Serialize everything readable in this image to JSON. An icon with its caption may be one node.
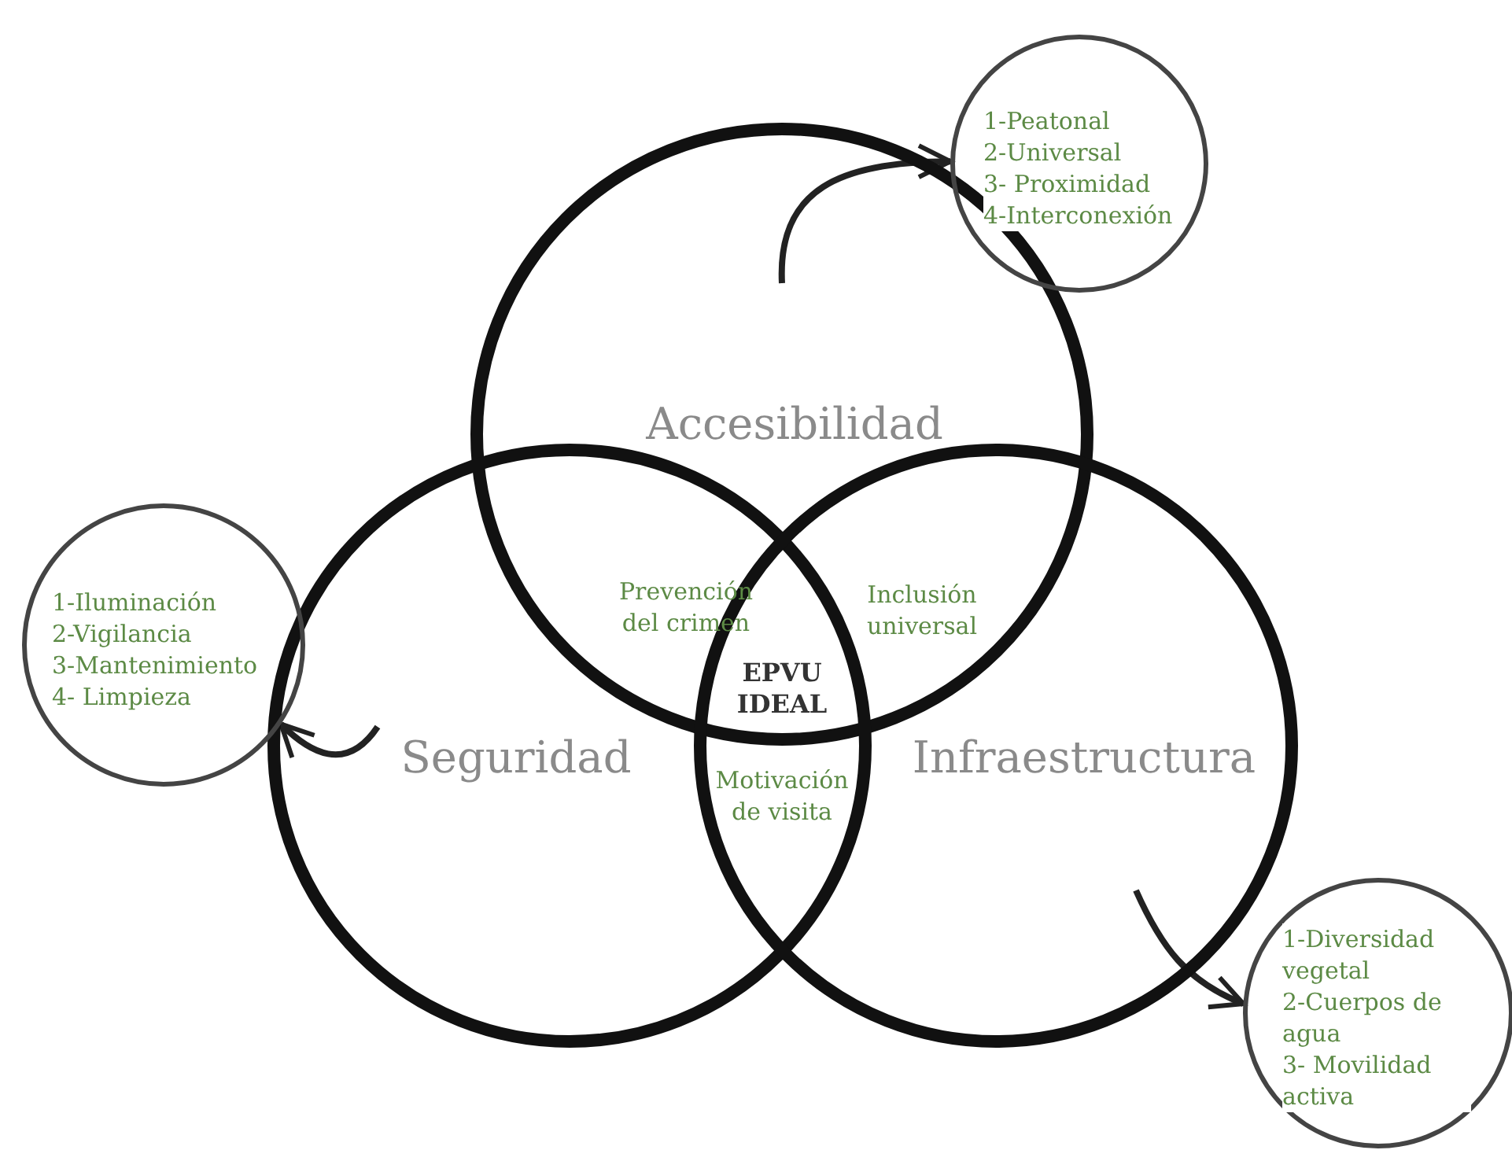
{
  "diagram": {
    "nodes": [
      {
        "text": [
          "Accesibilidad"
        ]
      },
      {
        "text": [
          "Seguridad"
        ]
      },
      {
        "text": [
          "Infraestructura"
        ]
      },
      {
        "text": [
          "1-Peatonal",
          "2-Universal",
          "3- Proximidad",
          "4-Interconexión"
        ]
      },
      {
        "text": [
          "1-Iluminación",
          "2-Vigilancia",
          "3-Mantenimiento",
          "4- Limpieza"
        ]
      },
      {
        "text": [
          "1-Diversidad vegetal",
          "2-Cuerpos de agua",
          "3- Movilidad activa"
        ]
      }
    ],
    "edges": [
      {
        "from": 0,
        "to": 3,
        "arrow": "to"
      },
      {
        "from": 1,
        "to": 4,
        "arrow": "to"
      },
      {
        "from": 2,
        "to": 5,
        "arrow": "to"
      }
    ],
    "labels": [
      "Prevención del crimen",
      "Inclusión universal",
      "EPVU IDEAL",
      "Motivación de visita"
    ]
  }
}
